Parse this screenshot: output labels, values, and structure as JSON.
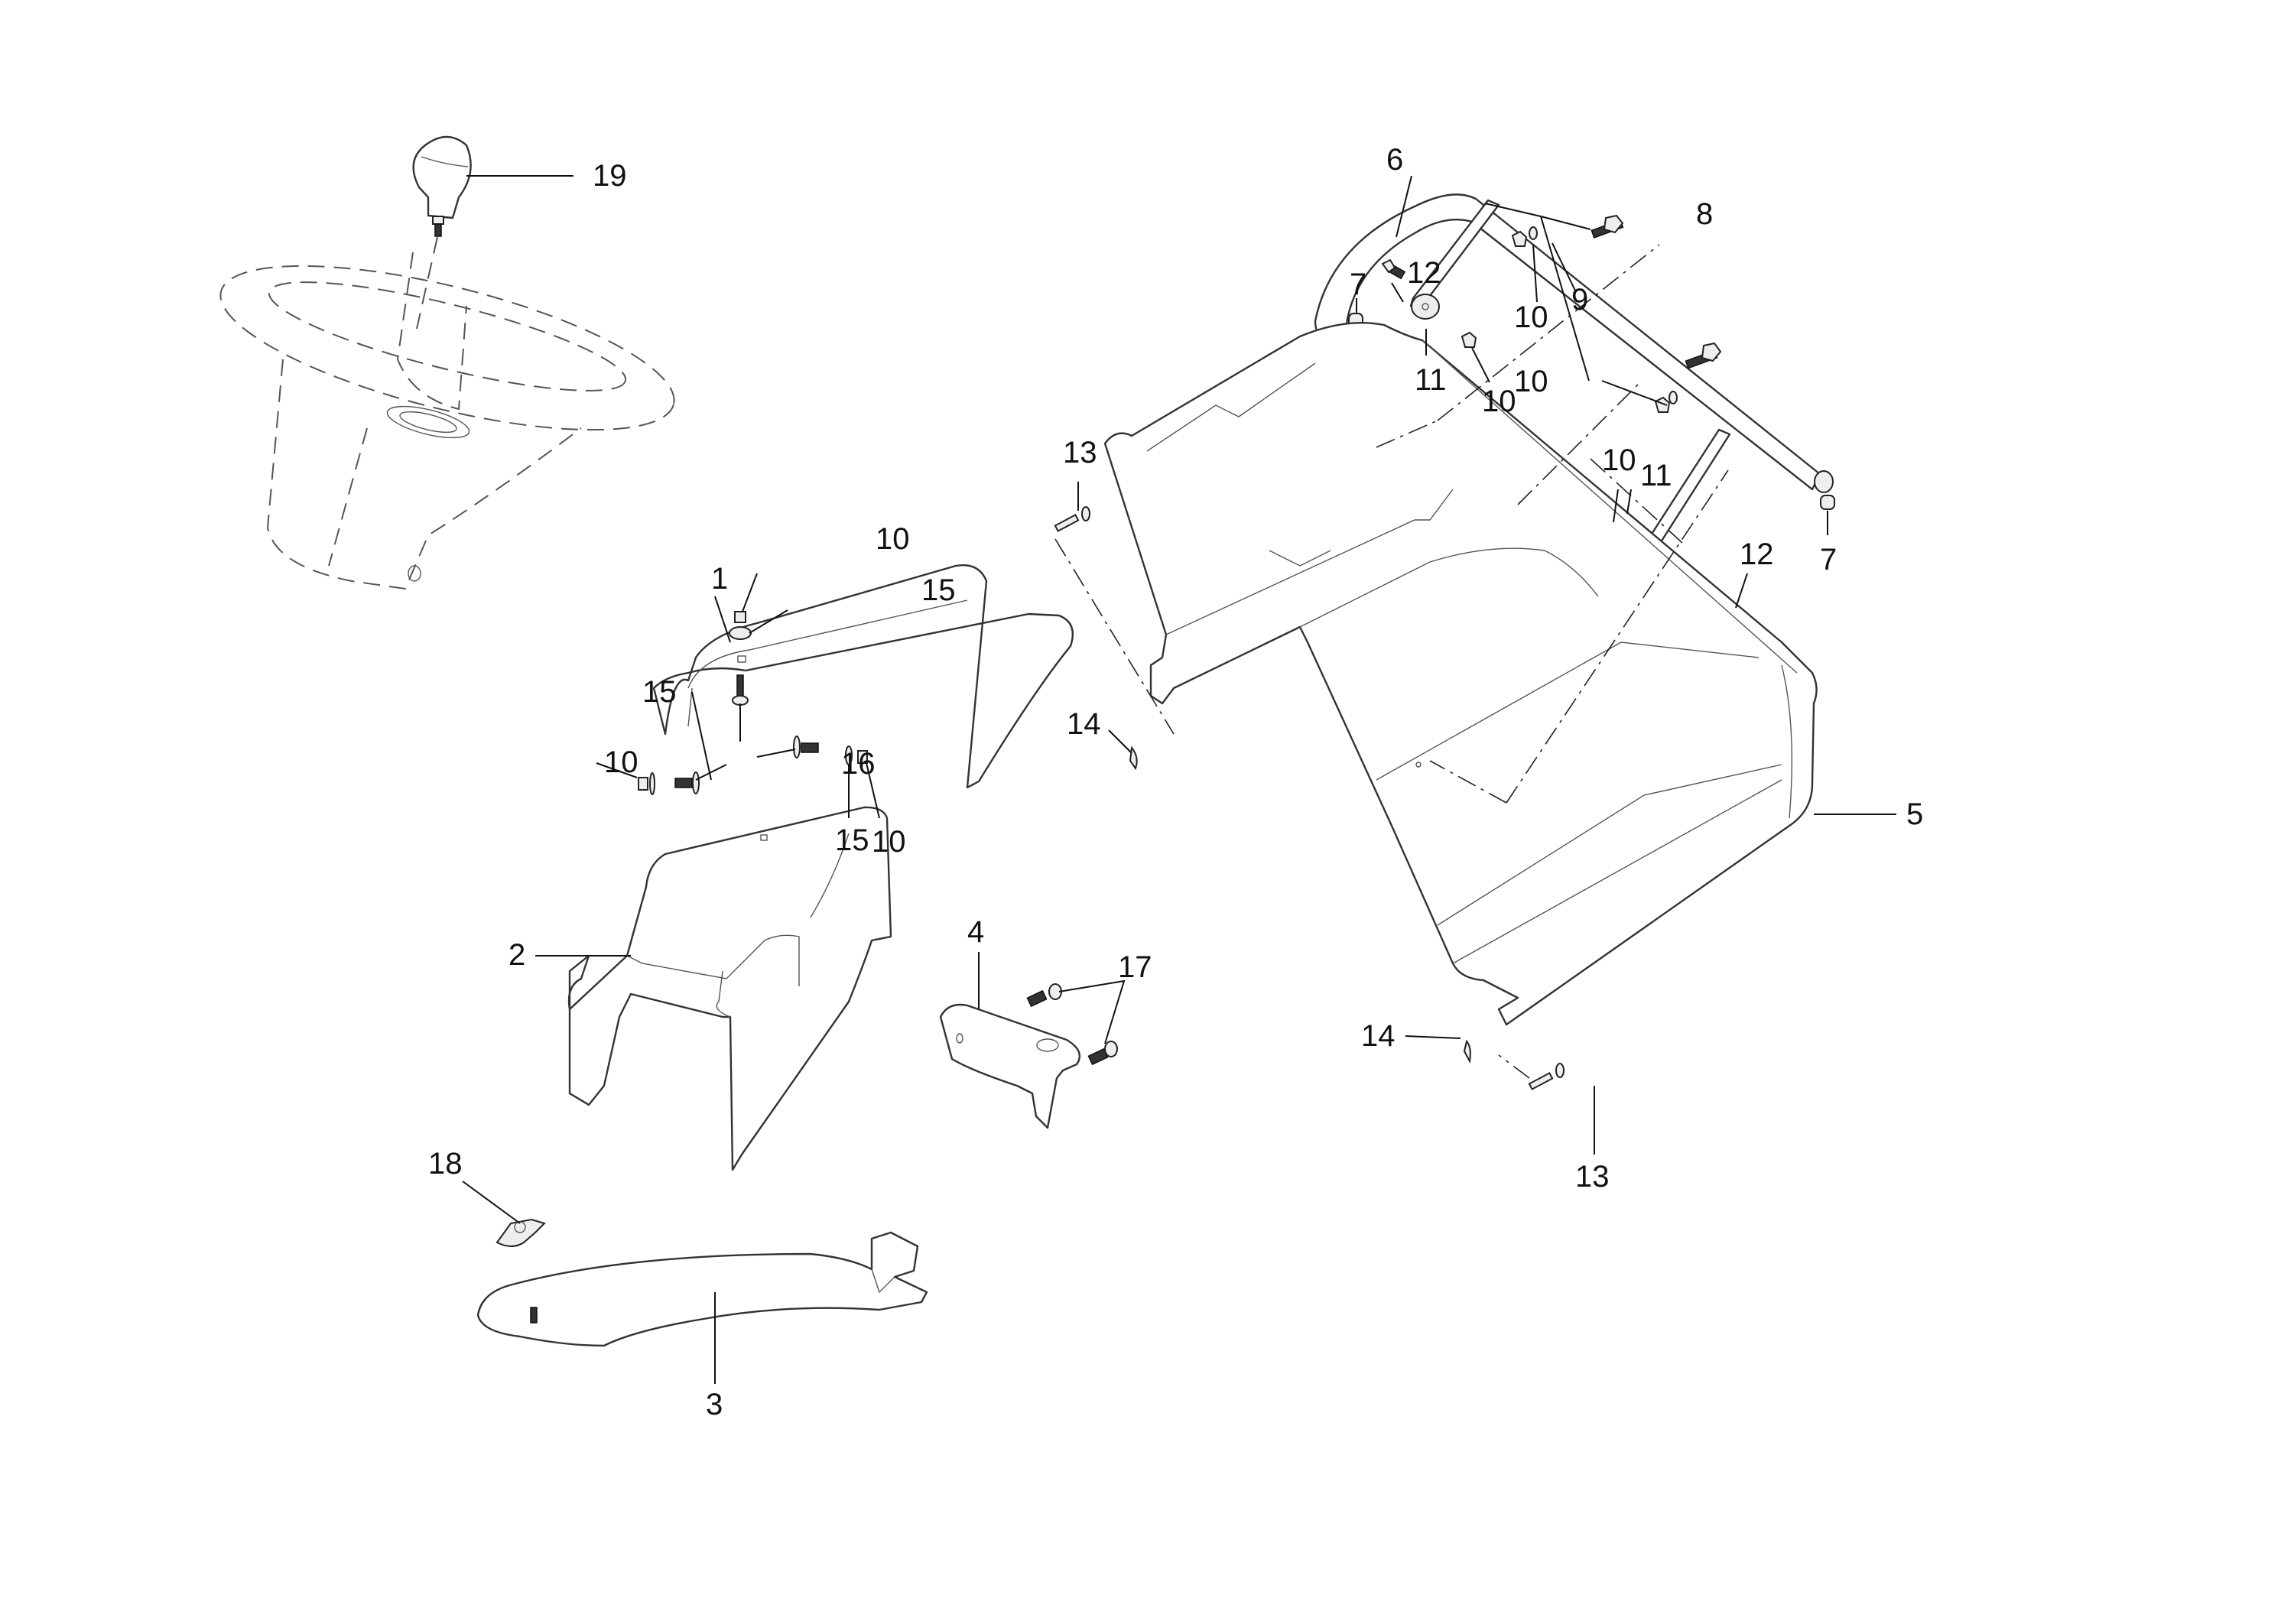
{
  "diagram": {
    "type": "exploded-parts-view",
    "callouts": [
      {
        "id": "c19",
        "text": "19",
        "part": "gear-shift-knob"
      },
      {
        "id": "c6",
        "text": "6",
        "part": "handle-bar"
      },
      {
        "id": "c8",
        "text": "8",
        "part": "bolt"
      },
      {
        "id": "c12a",
        "text": "12",
        "part": "bolt-short"
      },
      {
        "id": "c7a",
        "text": "7",
        "part": "end-cap"
      },
      {
        "id": "c11a",
        "text": "11",
        "part": "washer-large"
      },
      {
        "id": "c10a",
        "text": "10",
        "part": "nut"
      },
      {
        "id": "c10b",
        "text": "10",
        "part": "nut"
      },
      {
        "id": "c9",
        "text": "9",
        "part": "lock-washer"
      },
      {
        "id": "c10c",
        "text": "10",
        "part": "nut"
      },
      {
        "id": "c10d",
        "text": "10",
        "part": "nut"
      },
      {
        "id": "c11b",
        "text": "11",
        "part": "washer-large"
      },
      {
        "id": "c7b",
        "text": "7",
        "part": "end-cap"
      },
      {
        "id": "c12b",
        "text": "12",
        "part": "bolt-short"
      },
      {
        "id": "c13a",
        "text": "13",
        "part": "clevis-pin"
      },
      {
        "id": "c10e",
        "text": "10",
        "part": "nut"
      },
      {
        "id": "c15a",
        "text": "15",
        "part": "washer"
      },
      {
        "id": "c1",
        "text": "1",
        "part": "upper-bracket"
      },
      {
        "id": "c15b",
        "text": "15",
        "part": "washer"
      },
      {
        "id": "c10f",
        "text": "10",
        "part": "nut"
      },
      {
        "id": "c16",
        "text": "16",
        "part": "carriage-bolt"
      },
      {
        "id": "c14a",
        "text": "14",
        "part": "hair-pin-clip"
      },
      {
        "id": "c15c",
        "text": "15",
        "part": "washer"
      },
      {
        "id": "c10g",
        "text": "10",
        "part": "nut"
      },
      {
        "id": "c5",
        "text": "5",
        "part": "grass-bag-cover"
      },
      {
        "id": "c2",
        "text": "2",
        "part": "column-cover"
      },
      {
        "id": "c4",
        "text": "4",
        "part": "mounting-bracket"
      },
      {
        "id": "c17",
        "text": "17",
        "part": "screw"
      },
      {
        "id": "c14b",
        "text": "14",
        "part": "hair-pin-clip"
      },
      {
        "id": "c13b",
        "text": "13",
        "part": "clevis-pin"
      },
      {
        "id": "c18",
        "text": "18",
        "part": "wing-knob"
      },
      {
        "id": "c3",
        "text": "3",
        "part": "lower-plate"
      }
    ]
  }
}
